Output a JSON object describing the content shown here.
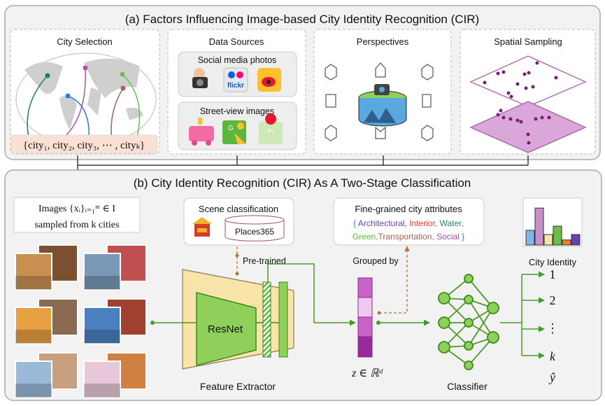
{
  "panel_a": {
    "title": "(a) Factors Influencing Image-based City Identity Recognition (CIR)",
    "city_selection": {
      "title": "City Selection",
      "city_set": "{city₁, city₂, city₃, ⋯ , cityₖ}",
      "curve_colors": [
        "#1e7a6e",
        "#b04fb0",
        "#2c7fd0",
        "#a0645a",
        "#6abf4b"
      ]
    },
    "data_sources": {
      "title": "Data Sources",
      "social_title": "Social media photos",
      "flickr_label": "flickr",
      "street_title": "Street-view images",
      "baidu_label": "du",
      "google_label": "G"
    },
    "perspectives": {
      "title": "Perspectives"
    },
    "spatial_sampling": {
      "title": "Spatial Sampling"
    }
  },
  "panel_b": {
    "title": "(b) City Identity Recognition (CIR) As A Two-Stage Classification",
    "images_box": {
      "line1": "Images {xᵢ}ᵢ₌₁ᵐ ∈ I",
      "line2": "sampled from k cities"
    },
    "scene": {
      "title": "Scene classification",
      "dataset": "Places365"
    },
    "attributes": {
      "title": "Fine-grained city attributes",
      "items": [
        {
          "label": "Architectural,",
          "color": "#6a3fb5"
        },
        {
          "label": "Interior,",
          "color": "#e8383d"
        },
        {
          "label": "Water,",
          "color": "#1a8a7a"
        },
        {
          "label": "Green,",
          "color": "#5cb83c"
        },
        {
          "label": "Transportation,",
          "color": "#a0645a"
        },
        {
          "label": "Social",
          "color": "#b04fb0"
        }
      ],
      "open_brace": "{",
      "close_brace": "}"
    },
    "city_identity": {
      "label": "City Identity",
      "bars": [
        {
          "value": 0.35,
          "color": "#7db8e8"
        },
        {
          "value": 0.88,
          "color": "#c98fc9"
        },
        {
          "value": 0.25,
          "color": "#f5e6a0"
        },
        {
          "value": 0.45,
          "color": "#6abf4b"
        },
        {
          "value": 0.12,
          "color": "#f07f2a"
        },
        {
          "value": 0.25,
          "color": "#6a3fb5"
        }
      ]
    },
    "pretrained_label": "Pre-trained",
    "grouped_by_label": "Grouped by",
    "resnet_label": "ResNet",
    "feature_extractor_label": "Feature Extractor",
    "z_label": "z ∈ ℝᵈ",
    "classifier_label": "Classifier",
    "outputs": [
      "1",
      "2",
      "⋮",
      "k"
    ],
    "y_hat": "ŷ",
    "colors": {
      "green": "#4a9a2a",
      "resnet_fill": "#8fd05a",
      "extractor_fill": "#f8e3a8",
      "brown_dash": "#b07a3a",
      "vector": "#b03fb0"
    }
  }
}
